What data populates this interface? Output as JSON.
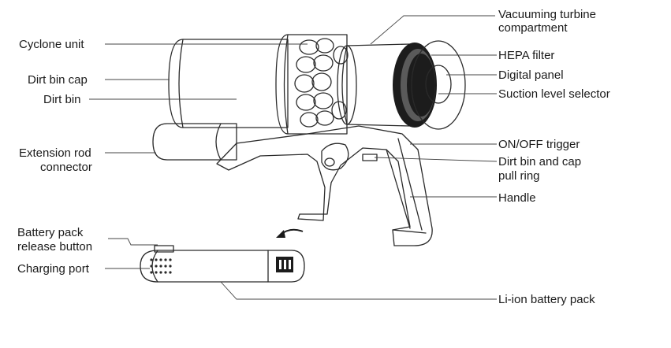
{
  "labels": {
    "cyclone_unit": "Cyclone unit",
    "dirt_bin_cap": "Dirt bin cap",
    "dirt_bin": "Dirt bin",
    "extension_rod_connector": [
      "Extension rod",
      "connector"
    ],
    "battery_release_button": [
      "Battery pack",
      "release button"
    ],
    "charging_port": "Charging port",
    "turbine_compartment": [
      "Vacuuming turbine",
      "compartment"
    ],
    "hepa_filter": "HEPA filter",
    "digital_panel": "Digital panel",
    "suction_level_selector": "Suction level selector",
    "on_off_trigger": "ON/OFF trigger",
    "dirt_bin_pull_ring": [
      "Dirt bin and cap",
      "pull ring"
    ],
    "handle": "Handle",
    "li_ion_battery": "Li-ion battery pack"
  },
  "colors": {
    "line": "#2a2a2a",
    "text": "#1a1a1a",
    "filter_ring": "#1c1c1c"
  }
}
